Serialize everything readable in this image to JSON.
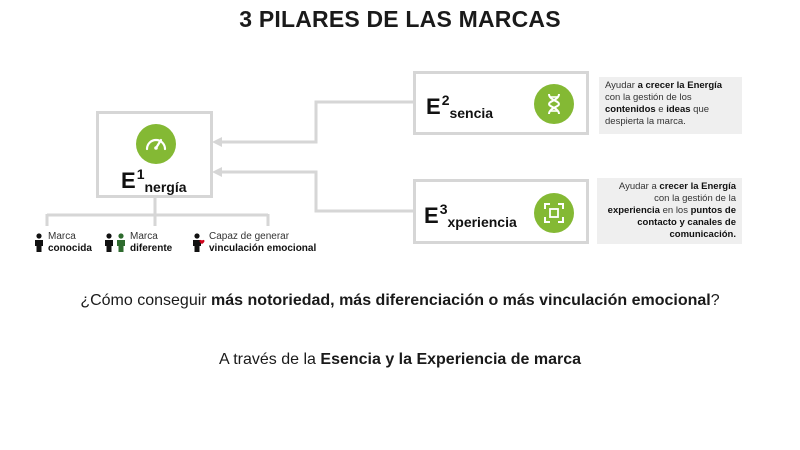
{
  "title": "3 PILARES DE LAS MARCAS",
  "colors": {
    "accent": "#84b934",
    "box_border": "#d6d6d6",
    "note_bg": "#efefef",
    "red": "#d0021b",
    "dark_green": "#2e6b2e"
  },
  "energia": {
    "letter": "E",
    "sup": "1",
    "word": "nergía",
    "icon": "speedometer-icon"
  },
  "esencia": {
    "letter": "E",
    "sup": "2",
    "word": "sencia",
    "icon": "dna-icon",
    "note": {
      "t1": "Ayudar ",
      "b1": "a crecer la Energía",
      "t2": " con la gestión de los ",
      "b2": "contenidos",
      "t3": " e ",
      "b3": "ideas",
      "t4": " que despierta la marca."
    }
  },
  "experiencia": {
    "letter": "E",
    "sup": "3",
    "word": "xperiencia",
    "icon": "focus-frame-icon",
    "note": {
      "t1": "Ayudar a ",
      "b1": "crecer la Energía",
      "t2": " con la gestión de la ",
      "b2": "experiencia",
      "t3": " en los ",
      "b3": "puntos de contacto y canales de comunicación."
    }
  },
  "legend": [
    {
      "line1": "Marca",
      "line2": "conocida",
      "icon": "person-icon"
    },
    {
      "line1": "Marca",
      "line2": "diferente",
      "icon": "person-pair-icon"
    },
    {
      "line1": "Capaz  de generar",
      "line2": "vinculación emocional",
      "icon": "person-heart-icon"
    }
  ],
  "question": {
    "t1": "¿Cómo conseguir ",
    "b1": "más notoriedad, más diferenciación o más vinculación emocional",
    "t2": "?"
  },
  "answer": {
    "t1": "A través de la ",
    "b1": "Esencia y la Experiencia de marca"
  }
}
